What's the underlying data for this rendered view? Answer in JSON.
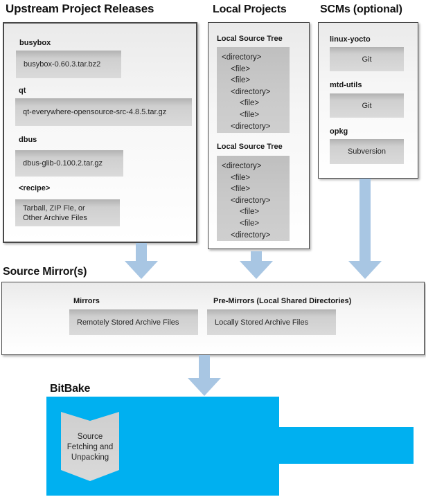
{
  "colors": {
    "bitbake_fill": "#00b0f0",
    "arrow_fill": "#a8c6e3"
  },
  "upstream": {
    "title": "Upstream Project Releases",
    "items": [
      {
        "label": "busybox",
        "lines": [
          "busybox-0.60.3.tar.bz2"
        ]
      },
      {
        "label": "qt",
        "lines": [
          "qt-everywhere-opensource-src-4.8.5.tar.gz"
        ]
      },
      {
        "label": "dbus",
        "lines": [
          "dbus-glib-0.100.2.tar.gz"
        ]
      },
      {
        "label": "<recipe>",
        "lines": [
          "Tarball, ZIP Fle, or",
          "Other Archive Files"
        ]
      }
    ]
  },
  "local_projects": {
    "title": "Local Projects",
    "trees": [
      {
        "label": "Local Source Tree",
        "entries": [
          "<directory>",
          "<file>",
          "<file>",
          "<directory>",
          "<file>",
          "<file>",
          "<directory>"
        ]
      },
      {
        "label": "Local Source Tree",
        "entries": [
          "<directory>",
          "<file>",
          "<file>",
          "<directory>",
          "<file>",
          "<file>",
          "<directory>"
        ]
      }
    ]
  },
  "scms": {
    "title": "SCMs (optional)",
    "items": [
      {
        "label": "linux-yocto",
        "tool": "Git"
      },
      {
        "label": "mtd-utils",
        "tool": "Git"
      },
      {
        "label": "opkg",
        "tool": "Subversion"
      }
    ]
  },
  "source_mirrors": {
    "title": "Source Mirror(s)",
    "mirrors_label": "Mirrors",
    "mirrors_box": "Remotely Stored Archive Files",
    "premirrors_label": "Pre-Mirrors (Local Shared Directories)",
    "premirrors_box": "Locally Stored Archive Files"
  },
  "bitbake": {
    "title": "BitBake",
    "step": "Source Fetching and Unpacking"
  }
}
